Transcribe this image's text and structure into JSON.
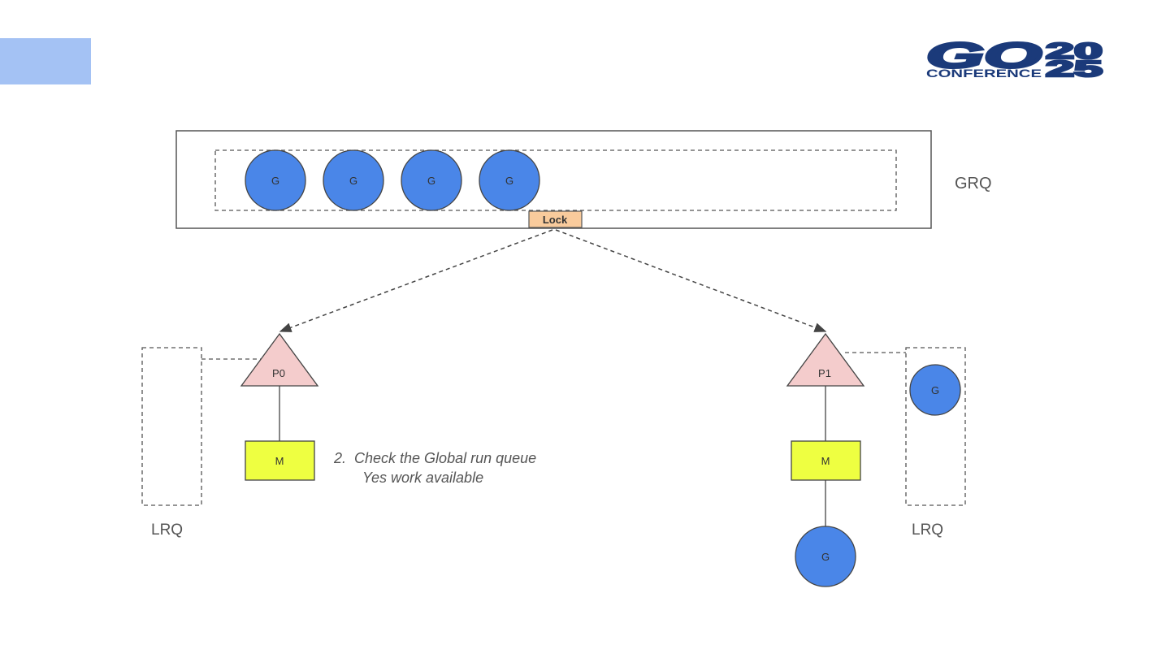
{
  "logo": {
    "brand": "GO",
    "subtitle": "CONFERENCE",
    "year_top": "20",
    "year_bottom": "25"
  },
  "colors": {
    "accent_block": "#a4c2f4",
    "goroutine_fill": "#4a86e8",
    "processor_fill": "#f4cccc",
    "machine_fill": "#eeff41",
    "lock_fill": "#f9cb9c",
    "logo_blue": "#1b3a7a"
  },
  "grq": {
    "label": "GRQ",
    "lock_label": "Lock",
    "goroutines": [
      "G",
      "G",
      "G",
      "G"
    ]
  },
  "processors": [
    {
      "label": "P0",
      "machine_label": "M",
      "lrq_label": "LRQ",
      "lrq_goroutines": [],
      "running_goroutine": null
    },
    {
      "label": "P1",
      "machine_label": "M",
      "lrq_label": "LRQ",
      "lrq_goroutines": [
        "G"
      ],
      "running_goroutine": "G"
    }
  ],
  "note": {
    "line1": "2.  Check the Global run queue",
    "line2": "Yes work available"
  }
}
